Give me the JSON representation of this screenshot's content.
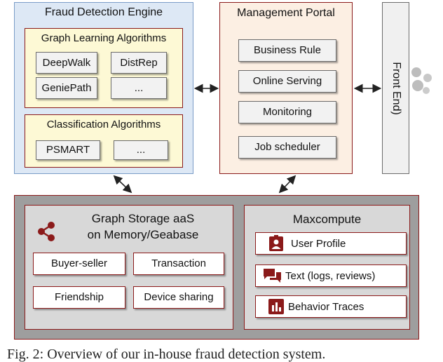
{
  "fraud_engine": {
    "title": "Fraud Detection Engine",
    "graph_learning": {
      "title": "Graph Learning Algorithms",
      "items": [
        "DeepWalk",
        "DistRep",
        "GeniePath",
        "..."
      ]
    },
    "classification": {
      "title": "Classification Algorithms",
      "items": [
        "PSMART",
        "..."
      ]
    }
  },
  "management_portal": {
    "title": "Management Portal",
    "items": [
      "Business Rule",
      "Online Serving",
      "Monitoring",
      "Job scheduler"
    ]
  },
  "front_end": {
    "label": "Front End)"
  },
  "graph_storage": {
    "title_line1": "Graph Storage aaS",
    "title_line2": "on Memory/Geabase",
    "icon": "share-icon",
    "items": [
      "Buyer-seller",
      "Transaction",
      "Friendship",
      "Device sharing"
    ]
  },
  "maxcompute": {
    "title": "Maxcompute",
    "items": [
      {
        "label": "User Profile",
        "icon": "user-profile-icon"
      },
      {
        "label": "Text (logs, reviews)",
        "icon": "chat-icon"
      },
      {
        "label": "Behavior Traces",
        "icon": "bar-chart-icon"
      }
    ]
  },
  "caption": "Fig. 2: Overview of our in-house fraud detection system.",
  "colors": {
    "accent_red": "#8b1a1a",
    "blue_bg": "#dde8f5",
    "yellow_bg": "#fdf9d5",
    "peach_bg": "#fcefe3",
    "gray_outer": "#9e9e9e",
    "gray_inner": "#d8d8d8"
  }
}
